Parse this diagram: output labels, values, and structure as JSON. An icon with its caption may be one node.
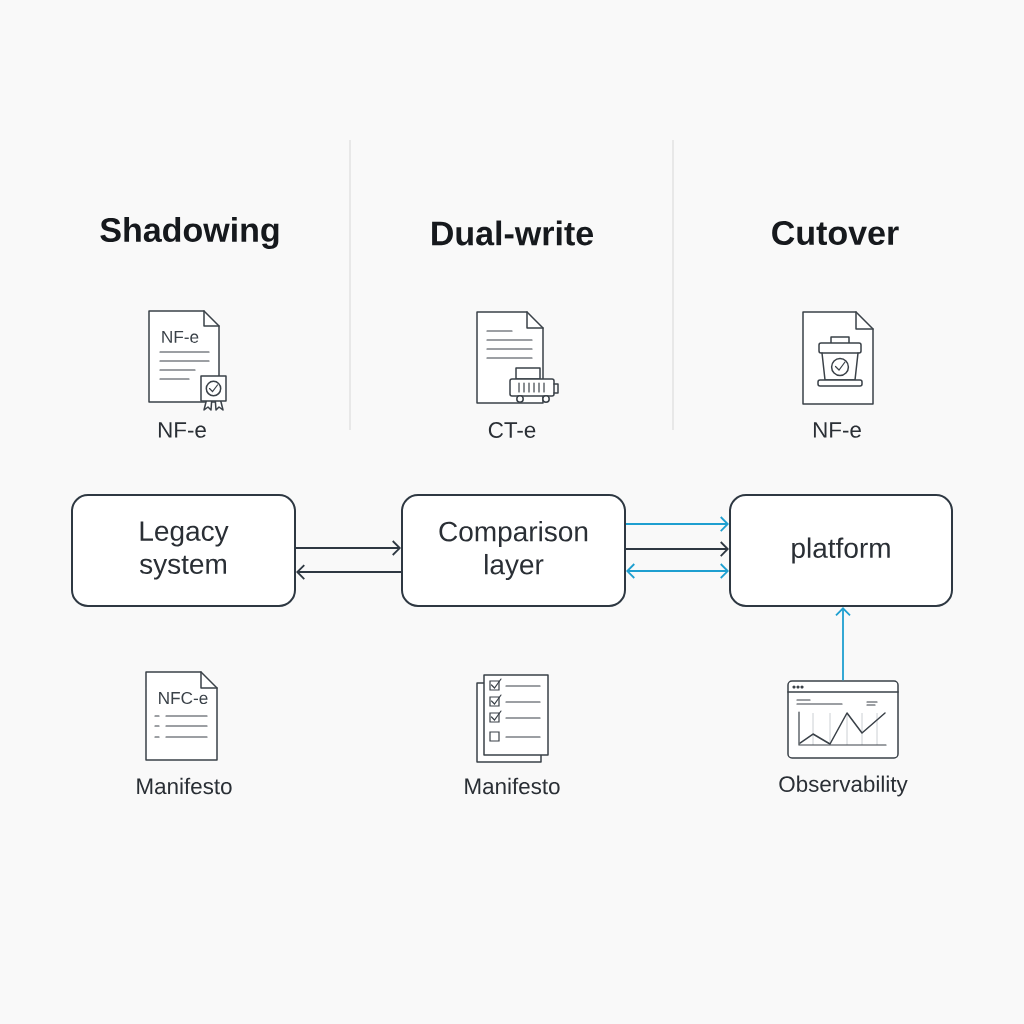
{
  "diagram": {
    "nodes": [
      {
        "text": [
          "Legacy system"
        ]
      },
      {
        "text": [
          "Comparison layer"
        ]
      },
      {
        "text": [
          "platform"
        ]
      },
      {
        "text": [],
        "shape": "picture",
        "beside": [
          "Observability"
        ]
      }
    ],
    "edges": [
      {
        "from": 0,
        "to": 1,
        "arrow": "to"
      },
      {
        "from": 1,
        "to": 0,
        "arrow": "to"
      },
      {
        "from": 1,
        "to": 2,
        "arrow": "to",
        "color": "#1e9fd0"
      },
      {
        "from": 1,
        "to": 2,
        "arrow": "to"
      },
      {
        "from": 1,
        "to": 2,
        "arrow": "both",
        "color": "#1e9fd0"
      },
      {
        "from": 3,
        "to": 2,
        "arrow": "to",
        "color": "#1e9fd0"
      }
    ],
    "labels": [
      "Shadowing",
      "Dual-write",
      "Cutover",
      "NF-e",
      "NF-e",
      "CT-e",
      "NF-e",
      "NFC-e",
      "Manifesto",
      "Manifesto"
    ]
  }
}
